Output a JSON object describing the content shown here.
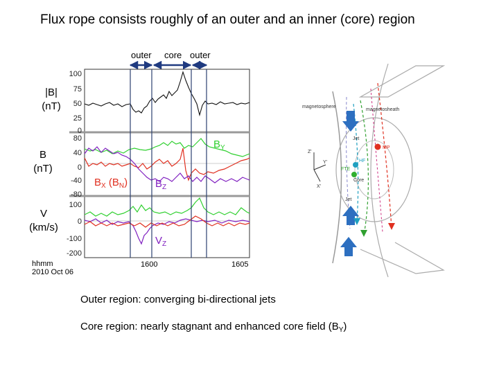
{
  "title": "Flux rope consists roughly of an outer and an inner (core) region",
  "regions": [
    "outer",
    "core",
    "outer"
  ],
  "panels": {
    "bmag": {
      "label_line1": "|B|",
      "label_line2": "(nT)",
      "ticks": [
        "100",
        "75",
        "50",
        "25",
        "0"
      ]
    },
    "bcomp": {
      "label_line1": "B",
      "label_line2": "(nT)",
      "ticks": [
        "80",
        "40",
        "0",
        "-40",
        "-80"
      ]
    },
    "vel": {
      "label_line1": "V",
      "label_line2": "(km/s)",
      "ticks": [
        "100",
        "0",
        "-100",
        "-200"
      ]
    }
  },
  "annotations": {
    "by_main": "B",
    "by_sub": "Y",
    "bx_main": "B",
    "bx_sub": "X",
    "bn_open": " (B",
    "bn_sub": "N",
    "bn_close": ")",
    "bz_main": "B",
    "bz_sub": "Z",
    "vz_main": "V",
    "vz_sub": "Z"
  },
  "time_axis": {
    "hhmm": "hhmm",
    "date": "2010 Oct 06",
    "ticks": [
      "1600",
      "1605"
    ]
  },
  "diagram": {
    "magnetosphere": "magnetosphere",
    "magnetosheath": "magnetosheath",
    "jet_top": "Jet",
    "jet_bottom": "Jet",
    "core": "Core",
    "hf": "HF",
    "fte": "FTE",
    "mp": "MP",
    "axis_x": "X'",
    "axis_y": "Y'",
    "axis_z": "Z'"
  },
  "bullets": {
    "outer": "Outer region: converging bi-directional jets",
    "core_text": "Core region: nearly stagnant and enhanced core field (B",
    "core_sub": "Y",
    "core_close": ")"
  },
  "colors": {
    "bx": "#e03020",
    "by": "#30d030",
    "bz": "#8020c0",
    "trace": "#000000",
    "frame": "#2c4070",
    "arrow": "#1f3a80"
  }
}
